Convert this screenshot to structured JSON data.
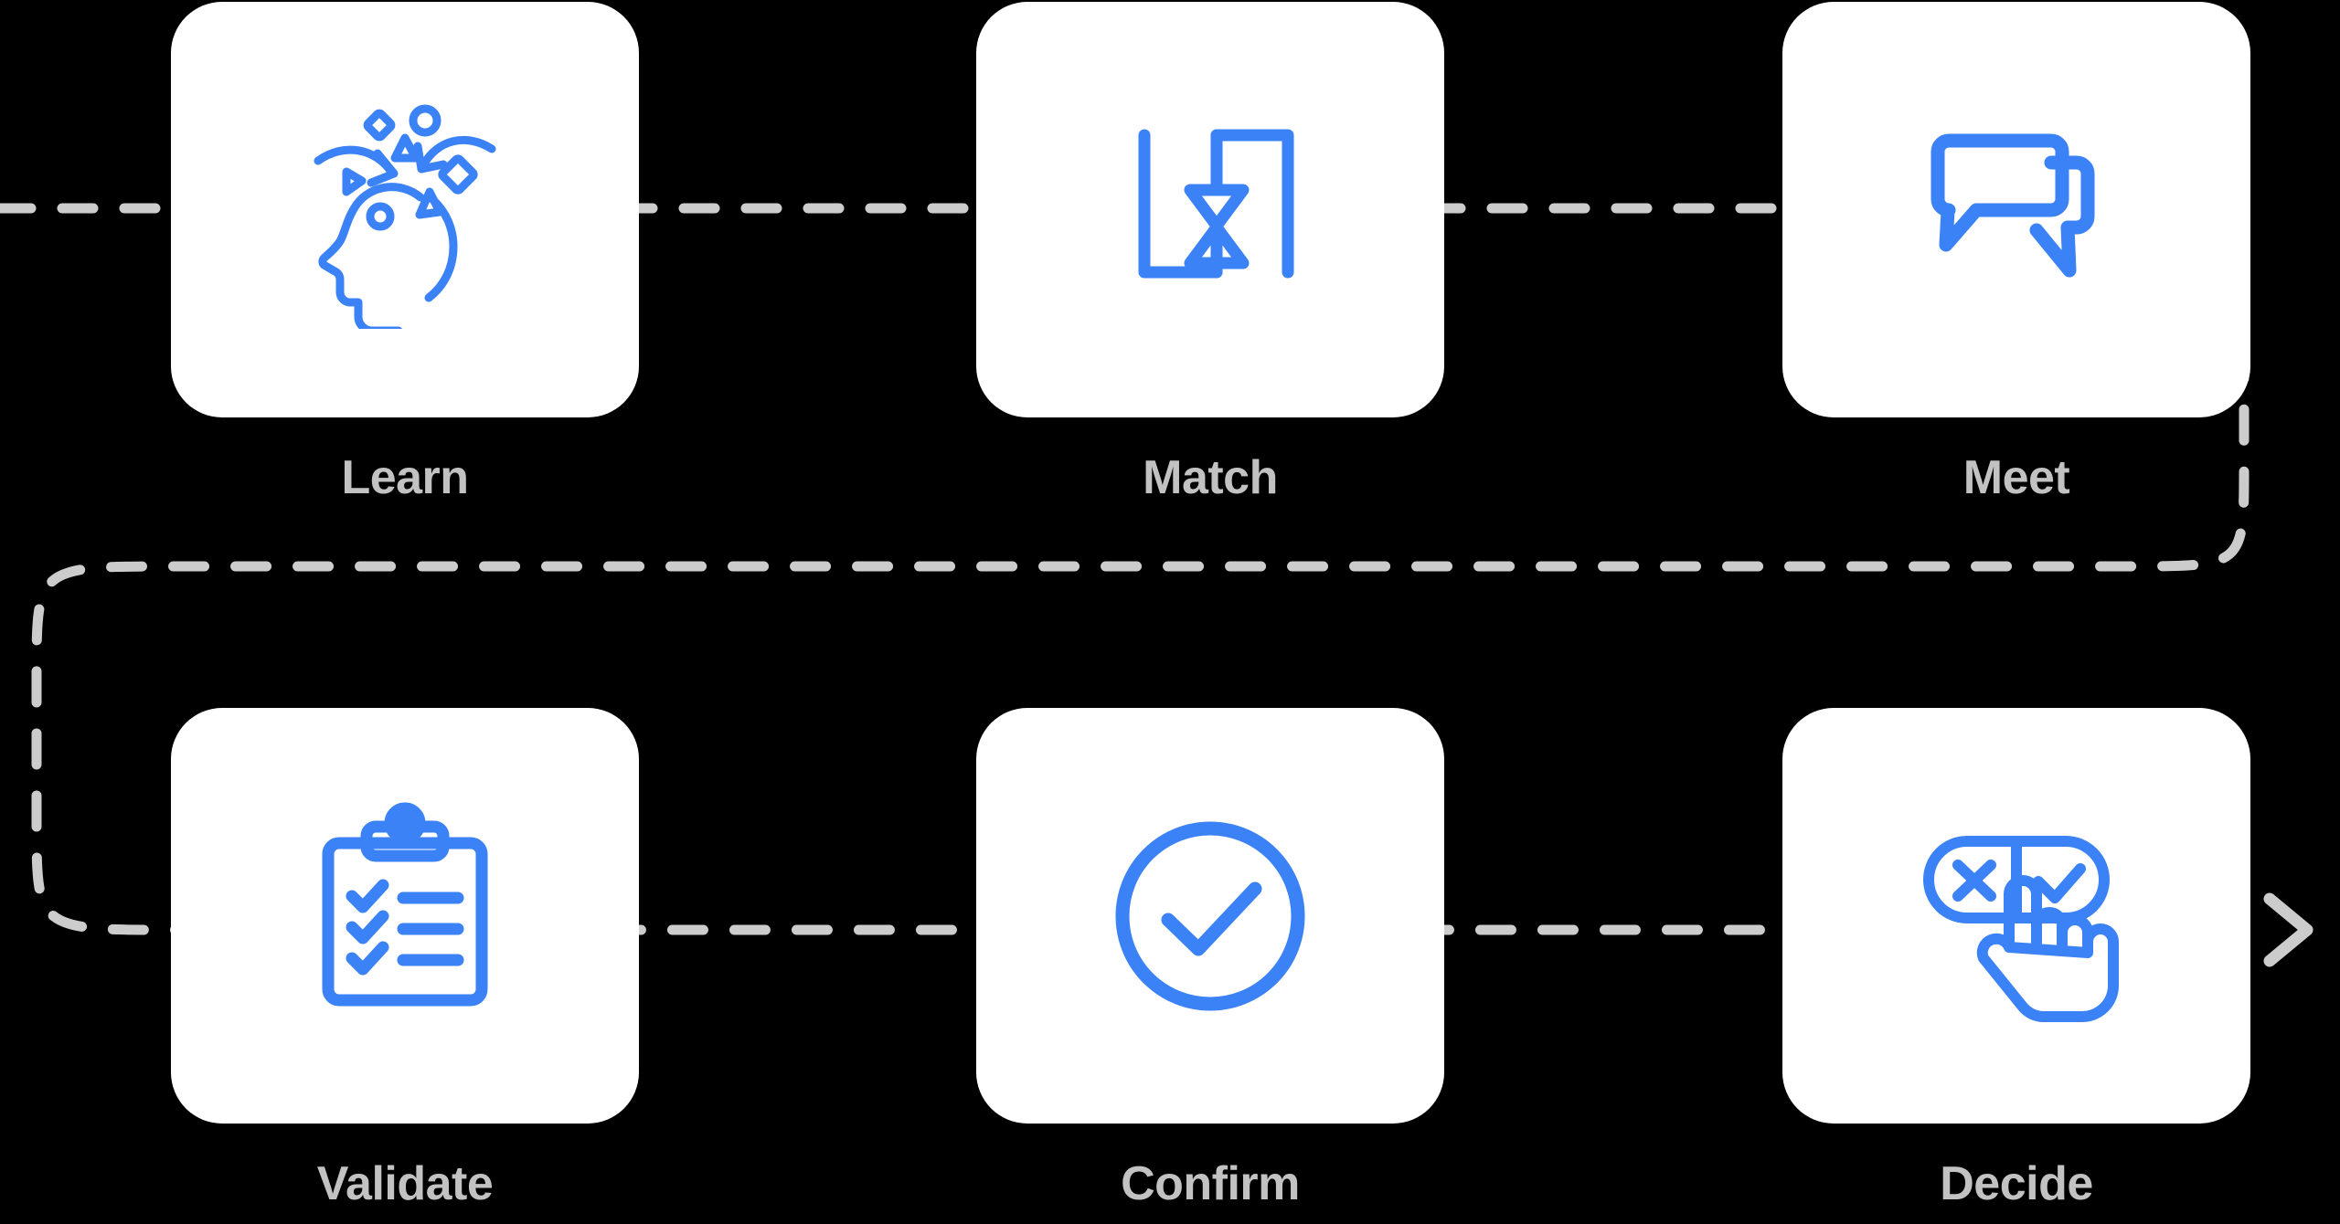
{
  "meta": {
    "background_color": "#000000",
    "card_color": "#ffffff",
    "icon_color": "#3b82f6",
    "label_color": "#c2c2c2",
    "connector_color": "#cccccc"
  },
  "flow": {
    "rows": [
      {
        "name": "top-row",
        "steps": [
          {
            "label": "Learn",
            "icon": "head-ideas-icon"
          },
          {
            "label": "Match",
            "icon": "two-way-swap-icon"
          },
          {
            "label": "Meet",
            "icon": "chat-bubbles-icon"
          }
        ]
      },
      {
        "name": "bottom-row",
        "steps": [
          {
            "label": "Validate",
            "icon": "clipboard-checklist-icon"
          },
          {
            "label": "Confirm",
            "icon": "check-circle-icon"
          },
          {
            "label": "Decide",
            "icon": "choice-toggle-hand-icon"
          }
        ]
      }
    ],
    "connector": {
      "style": "dashed",
      "direction": "serpentine-left-to-right",
      "has_end_arrow": true
    }
  }
}
